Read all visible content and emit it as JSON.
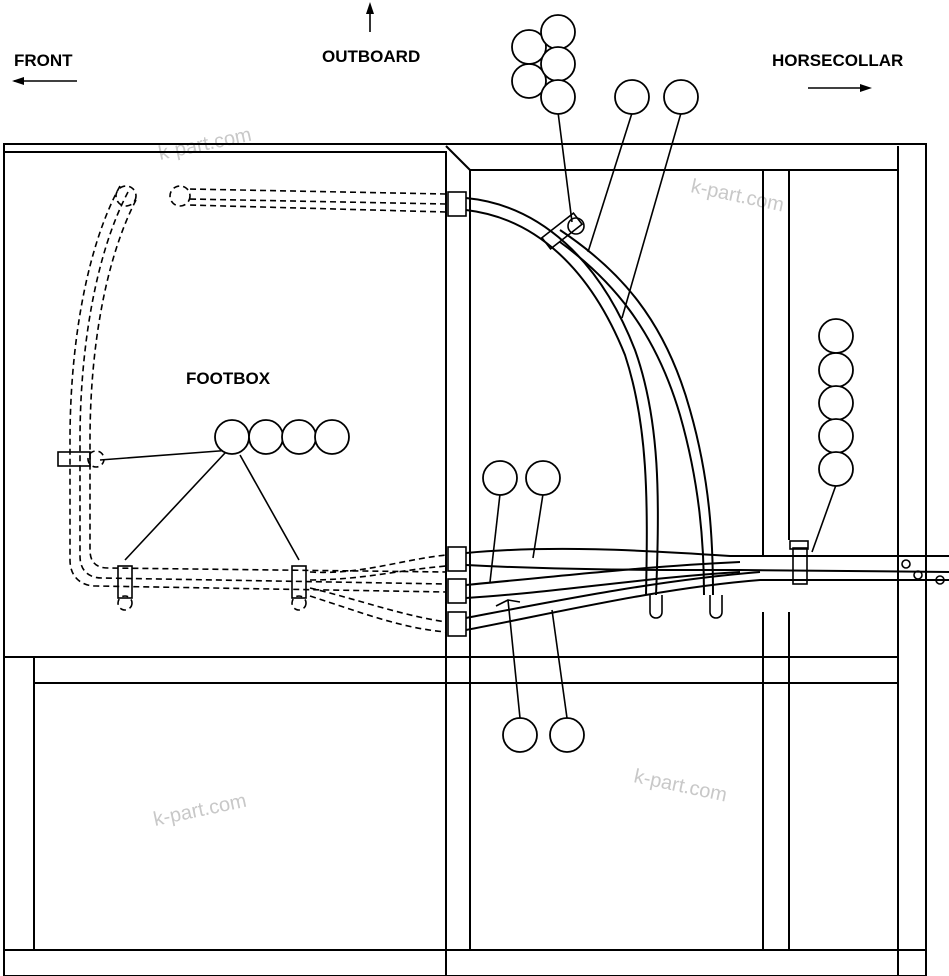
{
  "labels": {
    "front": "FRONT",
    "outboard": "OUTBOARD",
    "horsecollar": "HORSECOLLAR",
    "footbox": "FOOTBOX"
  },
  "watermark": "k-part.com",
  "icons": {
    "direction_arrows": [
      "arrow-left-icon",
      "arrow-up-icon",
      "arrow-right-icon"
    ]
  },
  "colors": {
    "line": "#000000",
    "watermark": "#c8c8c8"
  }
}
